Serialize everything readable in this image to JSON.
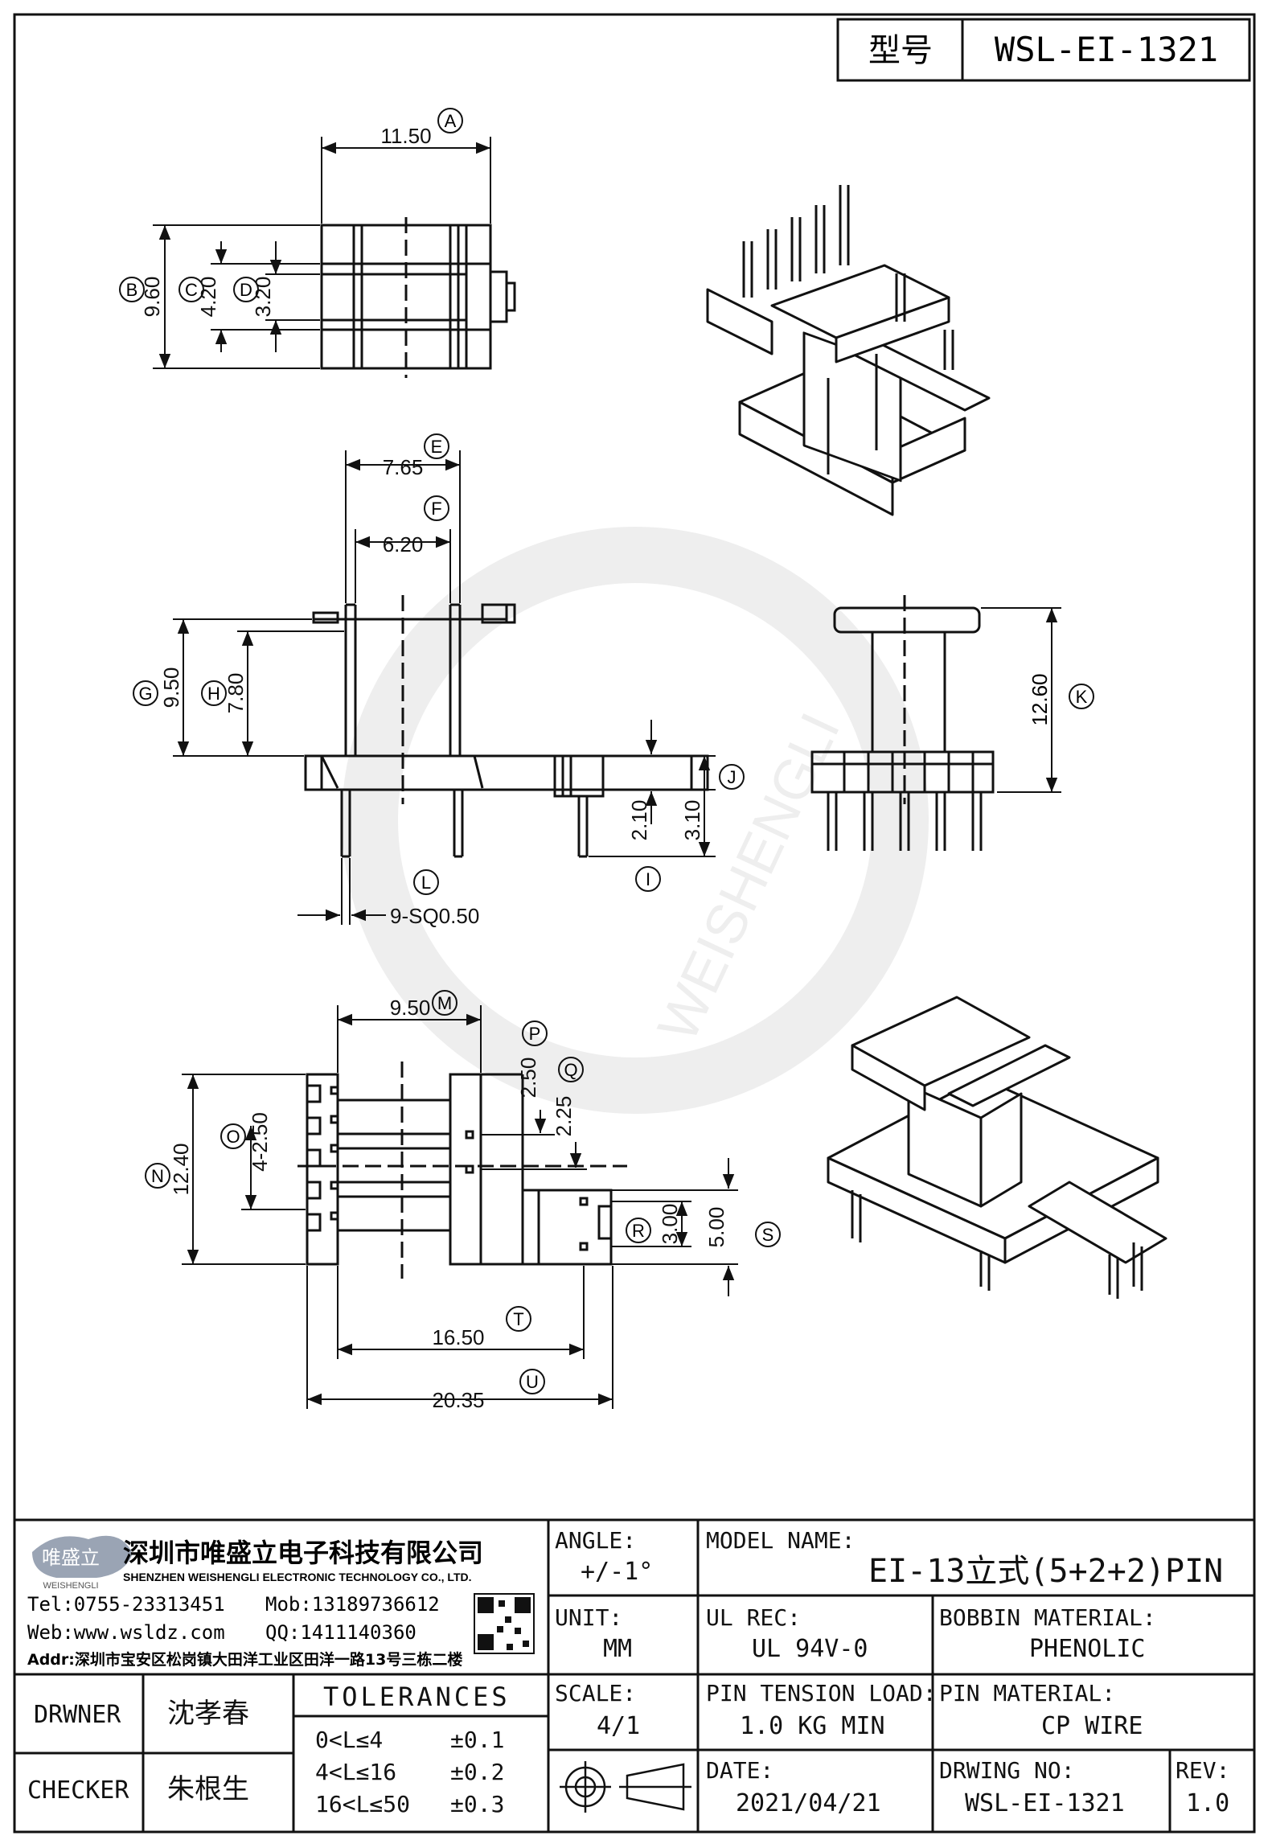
{
  "header": {
    "label_model": "型号",
    "model": "WSL-EI-1321"
  },
  "dimensions": {
    "A": "11.50",
    "B": "9.60",
    "C": "4.20",
    "D": "3.20",
    "E": "7.65",
    "F": "6.20",
    "G": "9.50",
    "H": "7.80",
    "I": "2.10",
    "J": "3.10",
    "K": "12.60",
    "L": "9-SQ0.50",
    "M": "9.50",
    "N": "12.40",
    "O": "4-2.50",
    "P": "2.50",
    "Q": "2.25",
    "R": "3.00",
    "S": "5.00",
    "T": "16.50",
    "U": "20.35"
  },
  "letters": {
    "A": "A",
    "B": "B",
    "C": "C",
    "D": "D",
    "E": "E",
    "F": "F",
    "G": "G",
    "H": "H",
    "I": "I",
    "J": "J",
    "K": "K",
    "L": "L",
    "M": "M",
    "N": "N",
    "O": "O",
    "P": "P",
    "Q": "Q",
    "R": "R",
    "S": "S",
    "T": "T",
    "U": "U"
  },
  "watermark": {
    "text": "WEISHENGLI"
  },
  "company": {
    "logo_text": "唯盛立",
    "logo_sub": "WEISHENGLI",
    "name_cn": "深圳市唯盛立电子科技有限公司",
    "name_en": "SHENZHEN WEISHENGLI ELECTRONIC TECHNOLOGY CO., LTD.",
    "tel": "Tel:0755-23313451",
    "mob": "Mob:13189736612",
    "web": "Web:www.wsldz.com",
    "qq": "QQ:1411140360",
    "addr": "Addr:深圳市宝安区松岗镇大田洋工业区田洋一路13号三栋二楼"
  },
  "title_block": {
    "angle_label": "ANGLE:",
    "angle_value": "+/-1°",
    "model_name_label": "MODEL NAME:",
    "model_name_value": "EI-13立式(5+2+2)PIN",
    "unit_label": "UNIT:",
    "unit_value": "MM",
    "ul_label": "UL REC:",
    "ul_value": "UL 94V-0",
    "bobbin_label": "BOBBIN MATERIAL:",
    "bobbin_value": "PHENOLIC",
    "scale_label": "SCALE:",
    "scale_value": "4/1",
    "pin_tension_label": "PIN TENSION LOAD:",
    "pin_tension_value": "1.0 KG MIN",
    "pin_material_label": "PIN MATERIAL:",
    "pin_material_value": "CP WIRE",
    "date_label": "DATE:",
    "date_value": "2021/04/21",
    "drwing_label": "DRWING NO:",
    "drwing_value": "WSL-EI-1321",
    "rev_label": "REV:",
    "rev_value": "1.0",
    "drawer_label": "DRWNER",
    "drawer_value": "沈孝春",
    "checker_label": "CHECKER",
    "checker_value": "朱根生",
    "tolerances_label": "TOLERANCES",
    "tol_rows": [
      {
        "range": "0<L≤4",
        "value": "±0.1"
      },
      {
        "range": "4<L≤16",
        "value": "±0.2"
      },
      {
        "range": "16<L≤50",
        "value": "±0.3"
      }
    ]
  }
}
